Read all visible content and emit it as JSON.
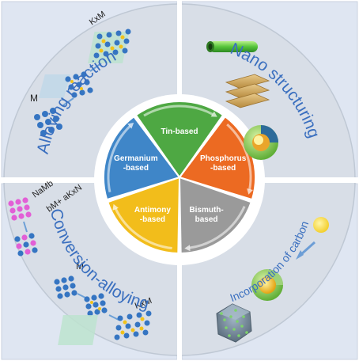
{
  "center": {
    "segments": [
      {
        "label_lines": [
          "Tin-based"
        ],
        "color": "#4ea843"
      },
      {
        "label_lines": [
          "Phosphorus",
          "-based"
        ],
        "color": "#ec6a22"
      },
      {
        "label_lines": [
          "Bismuth-",
          "based"
        ],
        "color": "#9a9a9a"
      },
      {
        "label_lines": [
          "Antimony",
          "-based"
        ],
        "color": "#f2bd1b"
      },
      {
        "label_lines": [
          "Germanium",
          "-based"
        ],
        "color": "#3f86c8"
      }
    ]
  },
  "quadrants": {
    "top_left": {
      "title": "Alloying reaction",
      "label_m": "M",
      "label_kxm": "KxM"
    },
    "top_right": {
      "title": "Nano structuring"
    },
    "bottom_left": {
      "title": "Conversion-alloying",
      "formula_1": "NaMb",
      "formula_2": "bM+ aKxN",
      "label_m": "M",
      "label_kxm": "KxM"
    },
    "bottom_right": {
      "title": "Incorporation of carbon"
    }
  },
  "colors": {
    "panel_bg": "#dfe6f2",
    "ring_bg": "#d7dde6",
    "ring_outline": "#c3ccd8",
    "title_blue": "#3a6fbf"
  }
}
